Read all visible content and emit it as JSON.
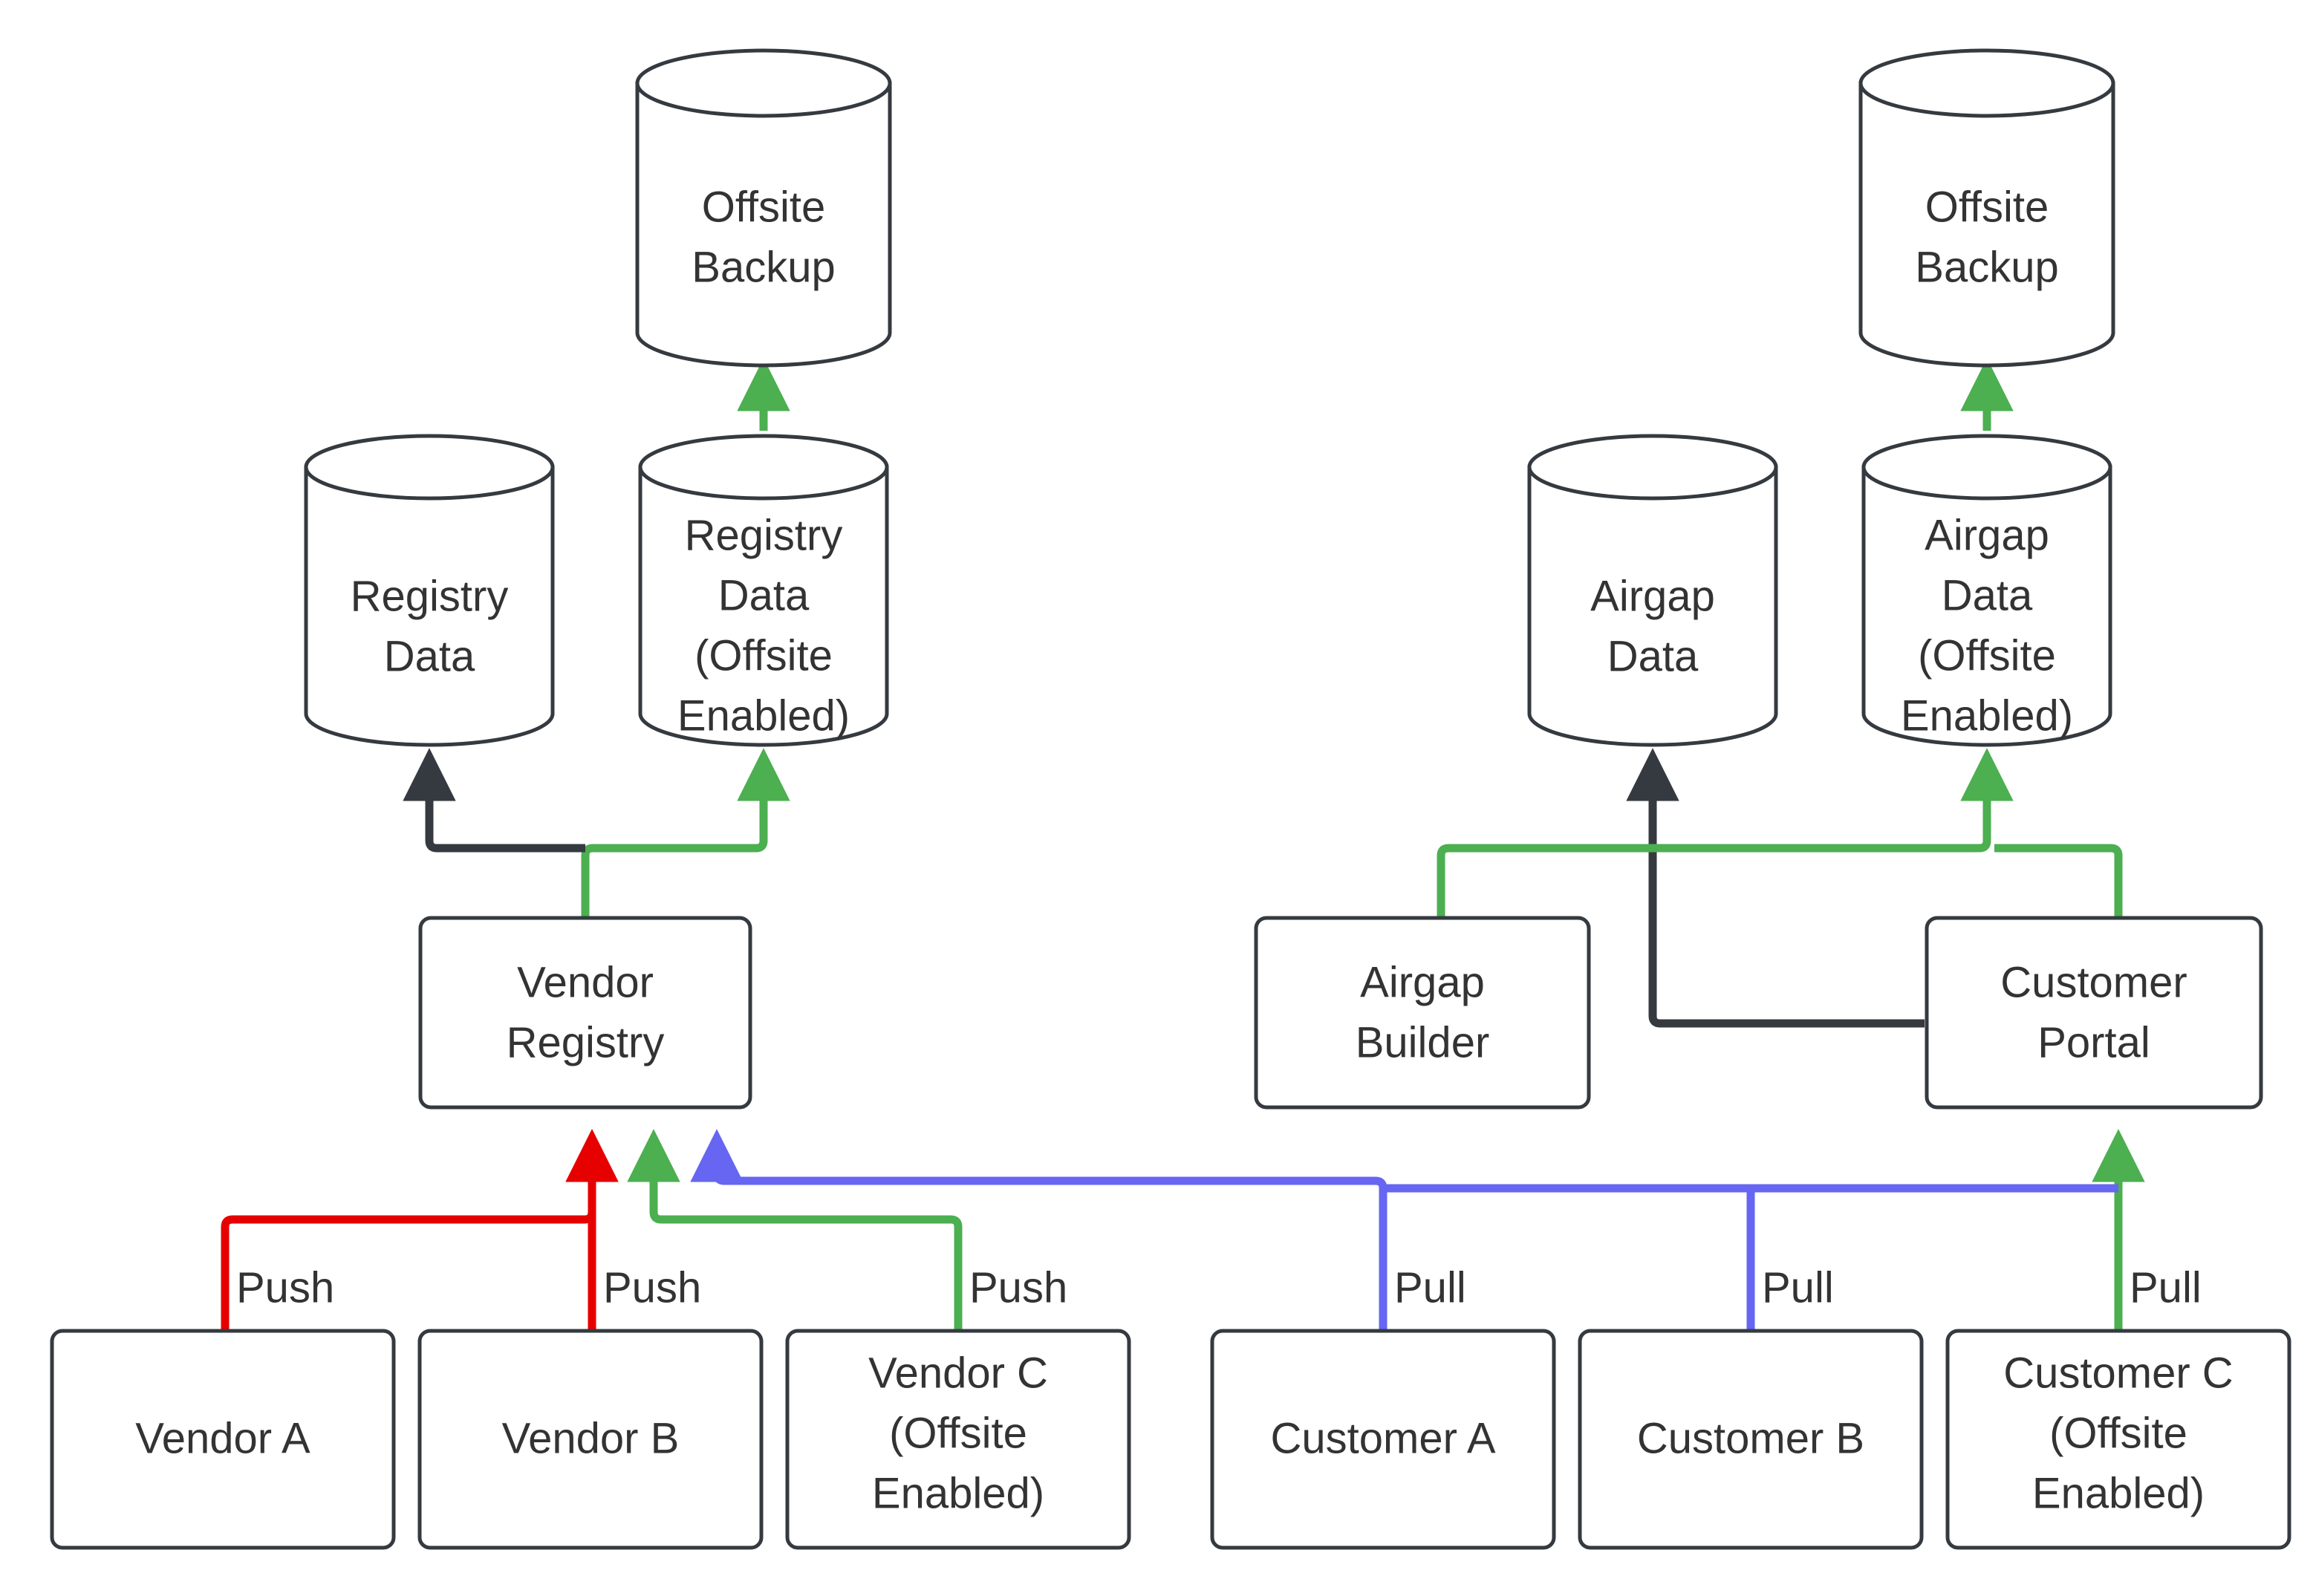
{
  "diagram": {
    "type": "flowchart",
    "background": "#ffffff",
    "palette": {
      "node_stroke": "#343a40",
      "node_fill": "#ffffff",
      "text": "#333333",
      "edge_dark": "#343a40",
      "edge_green": "#4caf50",
      "edge_red": "#e60000",
      "edge_blue": "#6666f2"
    },
    "nodes": [
      {
        "id": "offsite-backup-left",
        "label": "Offsite\nBackup",
        "line1": "Offsite",
        "line2": "Backup",
        "line3": "",
        "line4": "",
        "shape": "cylinder"
      },
      {
        "id": "offsite-backup-right",
        "label": "Offsite\nBackup",
        "line1": "Offsite",
        "line2": "Backup",
        "line3": "",
        "line4": "",
        "shape": "cylinder"
      },
      {
        "id": "registry-data",
        "label": "Registry\nData",
        "line1": "Registry",
        "line2": "Data",
        "line3": "",
        "line4": "",
        "shape": "cylinder"
      },
      {
        "id": "registry-data-offsite",
        "label": "Registry\nData\n(Offsite\nEnabled)",
        "line1": "Registry",
        "line2": "Data",
        "line3": "(Offsite",
        "line4": "Enabled)",
        "shape": "cylinder"
      },
      {
        "id": "airgap-data",
        "label": "Airgap\nData",
        "line1": "Airgap",
        "line2": "Data",
        "line3": "",
        "line4": "",
        "shape": "cylinder"
      },
      {
        "id": "airgap-data-offsite",
        "label": "Airgap\nData\n(Offsite\nEnabled)",
        "line1": "Airgap",
        "line2": "Data",
        "line3": "(Offsite",
        "line4": "Enabled)",
        "shape": "cylinder"
      },
      {
        "id": "vendor-registry",
        "label": "Vendor\nRegistry",
        "line1": "Vendor",
        "line2": "Registry",
        "line3": "",
        "line4": "",
        "shape": "box"
      },
      {
        "id": "airgap-builder",
        "label": "Airgap\nBuilder",
        "line1": "Airgap",
        "line2": "Builder",
        "line3": "",
        "line4": "",
        "shape": "box"
      },
      {
        "id": "customer-portal",
        "label": "Customer\nPortal",
        "line1": "Customer",
        "line2": "Portal",
        "line3": "",
        "line4": "",
        "shape": "box"
      },
      {
        "id": "vendor-a",
        "label": "Vendor A",
        "line1": "Vendor A",
        "line2": "",
        "line3": "",
        "line4": "",
        "shape": "box"
      },
      {
        "id": "vendor-b",
        "label": "Vendor B",
        "line1": "Vendor B",
        "line2": "",
        "line3": "",
        "line4": "",
        "shape": "box"
      },
      {
        "id": "vendor-c",
        "label": "Vendor C\n(Offsite\nEnabled)",
        "line1": "Vendor C",
        "line2": "(Offsite",
        "line3": "Enabled)",
        "line4": "",
        "shape": "box"
      },
      {
        "id": "customer-a",
        "label": "Customer A",
        "line1": "Customer A",
        "line2": "",
        "line3": "",
        "line4": "",
        "shape": "box"
      },
      {
        "id": "customer-b",
        "label": "Customer B",
        "line1": "Customer B",
        "line2": "",
        "line3": "",
        "line4": "",
        "shape": "box"
      },
      {
        "id": "customer-c",
        "label": "Customer C\n(Offsite\nEnabled)",
        "line1": "Customer C",
        "line2": "(Offsite",
        "line3": "Enabled)",
        "line4": "",
        "shape": "box"
      }
    ],
    "edges": [
      {
        "id": "vendor-a-to-registry",
        "from": "vendor-a",
        "to": "vendor-registry",
        "label": "Push",
        "color": "#e60000"
      },
      {
        "id": "vendor-b-to-registry",
        "from": "vendor-b",
        "to": "vendor-registry",
        "label": "Push",
        "color": "#e60000"
      },
      {
        "id": "vendor-c-to-registry",
        "from": "vendor-c",
        "to": "vendor-registry",
        "label": "Push",
        "color": "#4caf50"
      },
      {
        "id": "customer-a-to-registry",
        "from": "customer-a",
        "to": "vendor-registry",
        "label": "Pull",
        "color": "#6666f2"
      },
      {
        "id": "customer-b-to-registry",
        "from": "customer-b",
        "to": "vendor-registry",
        "label": "Pull",
        "color": "#6666f2"
      },
      {
        "id": "customer-c-to-portal",
        "from": "customer-c",
        "to": "customer-portal",
        "label": "Pull",
        "color": "#4caf50"
      },
      {
        "id": "registry-to-registry-data",
        "from": "vendor-registry",
        "to": "registry-data",
        "label": "",
        "color": "#343a40"
      },
      {
        "id": "registry-to-registry-offsite",
        "from": "vendor-registry",
        "to": "registry-data-offsite",
        "label": "",
        "color": "#4caf50"
      },
      {
        "id": "registry-offsite-to-backup",
        "from": "registry-data-offsite",
        "to": "offsite-backup-left",
        "label": "",
        "color": "#4caf50"
      },
      {
        "id": "portal-to-airgap-data",
        "from": "customer-portal",
        "to": "airgap-data",
        "label": "",
        "color": "#343a40"
      },
      {
        "id": "builder-to-airgap-offsite",
        "from": "airgap-builder",
        "to": "airgap-data-offsite",
        "label": "",
        "color": "#4caf50"
      },
      {
        "id": "portal-to-airgap-offsite",
        "from": "customer-portal",
        "to": "airgap-data-offsite",
        "label": "",
        "color": "#4caf50"
      },
      {
        "id": "airgap-offsite-to-backup",
        "from": "airgap-data-offsite",
        "to": "offsite-backup-right",
        "label": "",
        "color": "#4caf50"
      }
    ],
    "edge_labels": {
      "push_1": "Push",
      "push_2": "Push",
      "push_3": "Push",
      "pull_1": "Pull",
      "pull_2": "Pull",
      "pull_3": "Pull"
    }
  }
}
